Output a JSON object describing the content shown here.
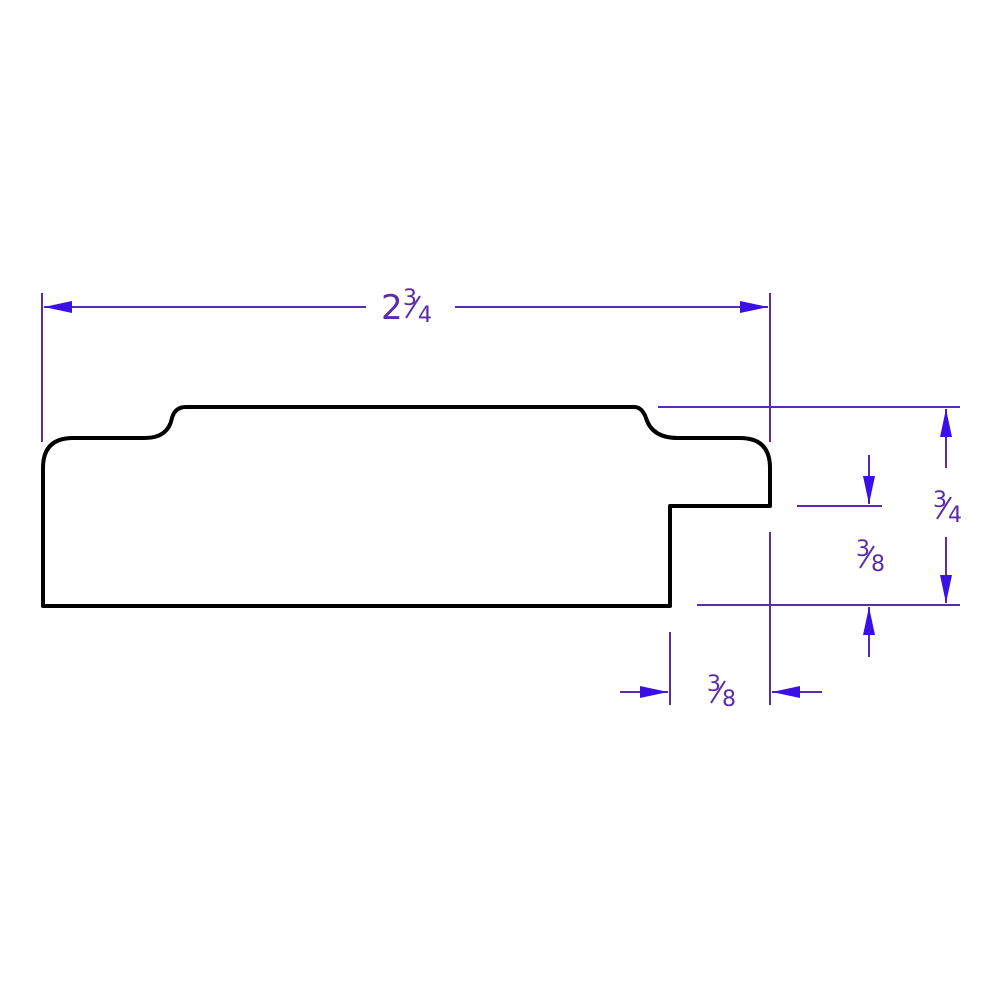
{
  "colors": {
    "dimension": "#5a2ca8",
    "arrow": "#3a10e6",
    "profile": "#000000",
    "background": "#ffffff"
  },
  "dimensions": {
    "overall_width": {
      "whole": "2",
      "numerator": "3",
      "denominator": "4"
    },
    "overall_height": {
      "numerator": "3",
      "denominator": "4"
    },
    "rabbet_depth": {
      "numerator": "3",
      "denominator": "8"
    },
    "rabbet_width": {
      "numerator": "3",
      "denominator": "8"
    }
  }
}
